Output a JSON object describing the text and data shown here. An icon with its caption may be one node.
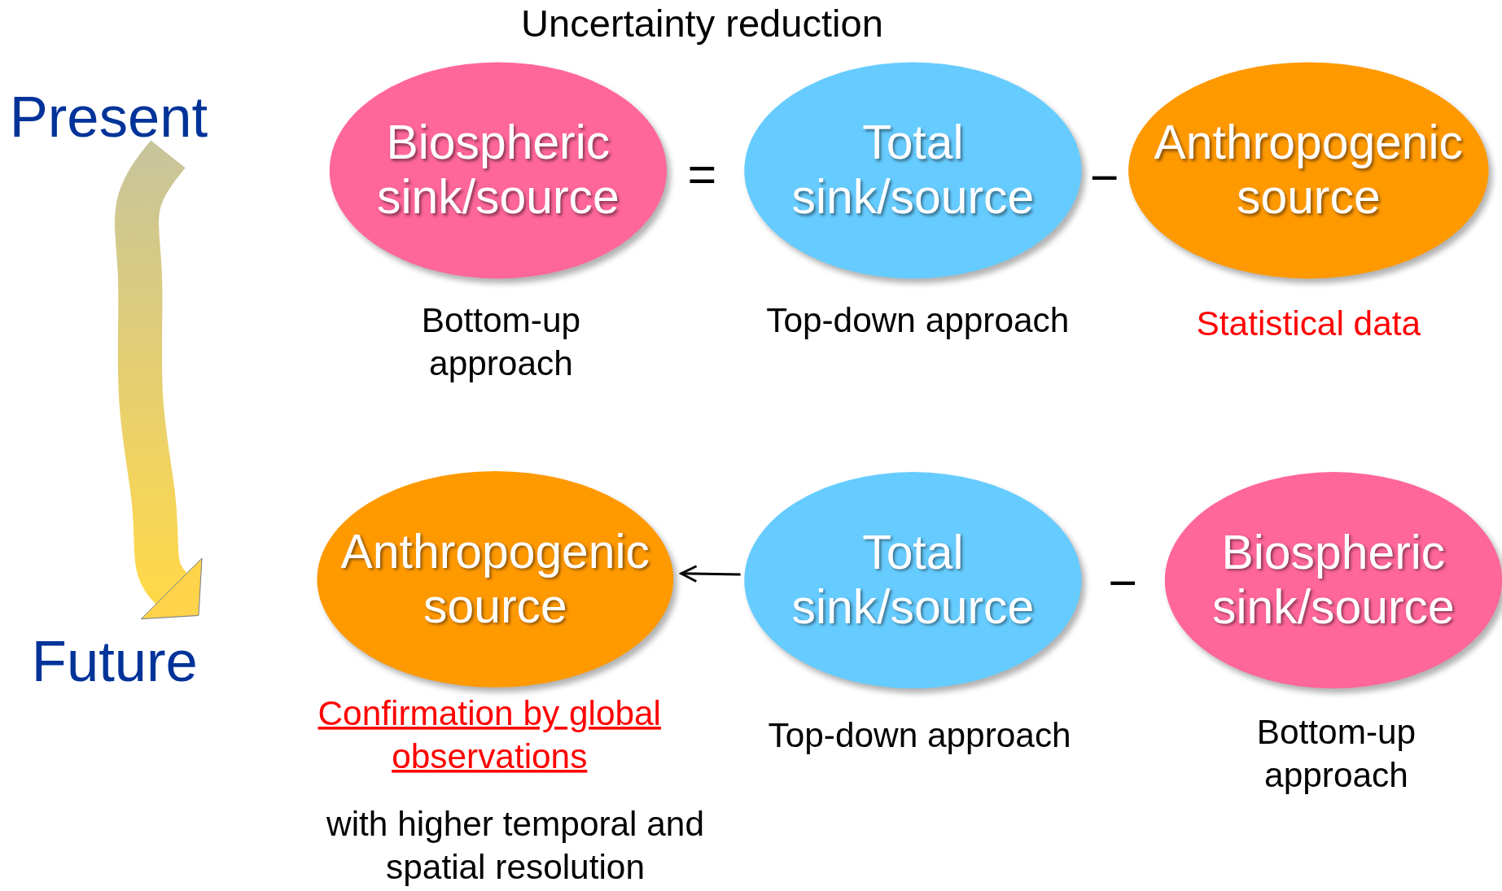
{
  "diagram": {
    "title": "Uncertainty reduction",
    "nodes": [
      {
        "text": [
          "Present"
        ]
      },
      {
        "text": [
          "Biospheric sink/source"
        ],
        "beside": [
          "Bottom-up approach"
        ]
      },
      {
        "text": [
          "Total sink/source"
        ],
        "beside": [
          "Top-down approach"
        ]
      },
      {
        "text": [
          "Anthropogenic source"
        ],
        "beside": [
          "Statistical data"
        ]
      },
      {
        "text": [
          "Future"
        ]
      },
      {
        "text": [
          "Anthropogenic source"
        ],
        "beside": [
          "Confirmation by global observations",
          "with higher temporal and spatial resolution"
        ]
      },
      {
        "text": [
          "Total sink/source"
        ],
        "beside": [
          "Top-down approach"
        ]
      },
      {
        "text": [
          "Biospheric sink/source"
        ],
        "beside": [
          "Bottom-up approach"
        ]
      }
    ],
    "edges": [
      {
        "from": 0,
        "to": 4,
        "arrow": "to"
      },
      {
        "from": 6,
        "to": 5,
        "arrow": "to"
      }
    ],
    "labels": [
      "=",
      "−",
      "−"
    ]
  }
}
